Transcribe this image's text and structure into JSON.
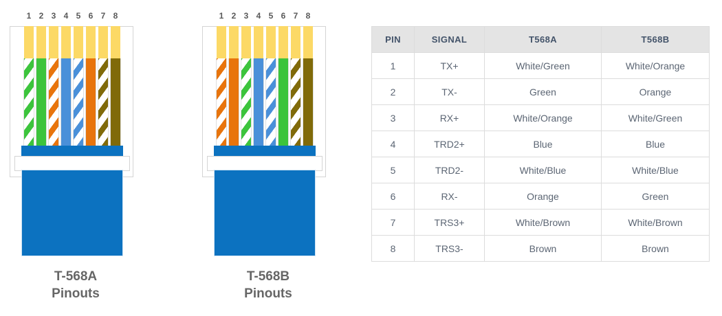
{
  "diagram": {
    "pin_numbers": [
      "1",
      "2",
      "3",
      "4",
      "5",
      "6",
      "7",
      "8"
    ],
    "contact_color": "#fcd966",
    "body_color": "#0c72c0",
    "wire_palette": {
      "green": "#3cc43c",
      "orange": "#e8740c",
      "blue": "#4a90d9",
      "brown": "#806a09",
      "white": "#ffffff"
    },
    "connectors": [
      {
        "id": "t568a",
        "caption_line1": "T-568A",
        "caption_line2": "Pinouts",
        "wires": [
          {
            "pin": "1",
            "name": "White/Green",
            "base": "#ffffff",
            "stripe": "#3cc43c",
            "striped": true
          },
          {
            "pin": "2",
            "name": "Green",
            "base": "#3cc43c",
            "stripe": "#3cc43c",
            "striped": false
          },
          {
            "pin": "3",
            "name": "White/Orange",
            "base": "#ffffff",
            "stripe": "#e8740c",
            "striped": true
          },
          {
            "pin": "4",
            "name": "Blue",
            "base": "#4a90d9",
            "stripe": "#4a90d9",
            "striped": false
          },
          {
            "pin": "5",
            "name": "White/Blue",
            "base": "#ffffff",
            "stripe": "#4a90d9",
            "striped": true
          },
          {
            "pin": "6",
            "name": "Orange",
            "base": "#e8740c",
            "stripe": "#e8740c",
            "striped": false
          },
          {
            "pin": "7",
            "name": "White/Brown",
            "base": "#ffffff",
            "stripe": "#806a09",
            "striped": true
          },
          {
            "pin": "8",
            "name": "Brown",
            "base": "#806a09",
            "stripe": "#806a09",
            "striped": false
          }
        ]
      },
      {
        "id": "t568b",
        "caption_line1": "T-568B",
        "caption_line2": "Pinouts",
        "wires": [
          {
            "pin": "1",
            "name": "White/Orange",
            "base": "#ffffff",
            "stripe": "#e8740c",
            "striped": true
          },
          {
            "pin": "2",
            "name": "Orange",
            "base": "#e8740c",
            "stripe": "#e8740c",
            "striped": false
          },
          {
            "pin": "3",
            "name": "White/Green",
            "base": "#ffffff",
            "stripe": "#3cc43c",
            "striped": true
          },
          {
            "pin": "4",
            "name": "Blue",
            "base": "#4a90d9",
            "stripe": "#4a90d9",
            "striped": false
          },
          {
            "pin": "5",
            "name": "White/Blue",
            "base": "#ffffff",
            "stripe": "#4a90d9",
            "striped": true
          },
          {
            "pin": "6",
            "name": "Green",
            "base": "#3cc43c",
            "stripe": "#3cc43c",
            "striped": false
          },
          {
            "pin": "7",
            "name": "White/Brown",
            "base": "#ffffff",
            "stripe": "#806a09",
            "striped": true
          },
          {
            "pin": "8",
            "name": "Brown",
            "base": "#806a09",
            "stripe": "#806a09",
            "striped": false
          }
        ]
      }
    ]
  },
  "table": {
    "headers": [
      "PIN",
      "SIGNAL",
      "T568A",
      "T568B"
    ],
    "header_bg": "#e4e4e4",
    "header_color": "#44546a",
    "rows": [
      [
        "1",
        "TX+",
        "White/Green",
        "White/Orange"
      ],
      [
        "2",
        "TX-",
        "Green",
        "Orange"
      ],
      [
        "3",
        "RX+",
        "White/Orange",
        "White/Green"
      ],
      [
        "4",
        "TRD2+",
        "Blue",
        "Blue"
      ],
      [
        "5",
        "TRD2-",
        "White/Blue",
        "White/Blue"
      ],
      [
        "6",
        "RX-",
        "Orange",
        "Green"
      ],
      [
        "7",
        "TRS3+",
        "White/Brown",
        "White/Brown"
      ],
      [
        "8",
        "TRS3-",
        "Brown",
        "Brown"
      ]
    ]
  }
}
